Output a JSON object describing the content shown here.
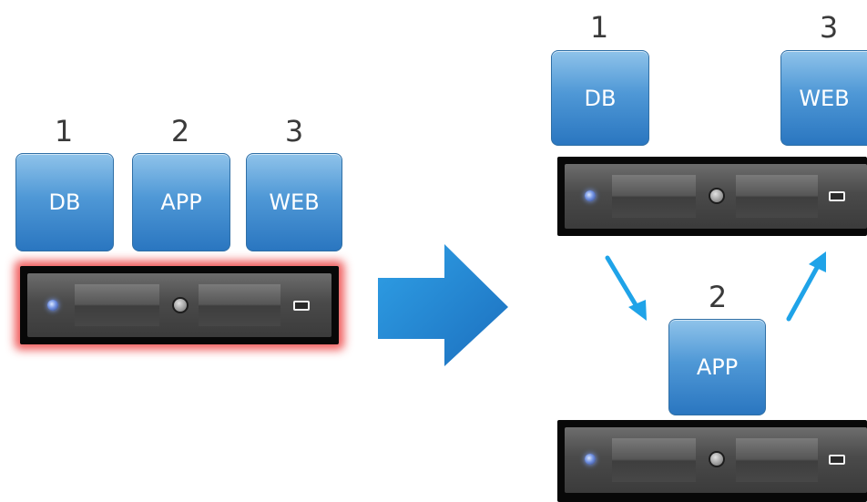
{
  "before": {
    "tiers": [
      {
        "number": "1",
        "label": "DB"
      },
      {
        "number": "2",
        "label": "APP"
      },
      {
        "number": "3",
        "label": "WEB"
      }
    ]
  },
  "after": {
    "server_top": {
      "tiers": [
        {
          "number": "1",
          "label": "DB"
        },
        {
          "number": "3",
          "label": "WEB"
        }
      ]
    },
    "server_bottom": {
      "tiers": [
        {
          "number": "2",
          "label": "APP"
        }
      ]
    }
  },
  "colors": {
    "tier_blue": "#3f8fd2",
    "arrow_blue": "#1fa3e8",
    "highlight_red": "#eb2828",
    "server_dark": "#080808"
  }
}
